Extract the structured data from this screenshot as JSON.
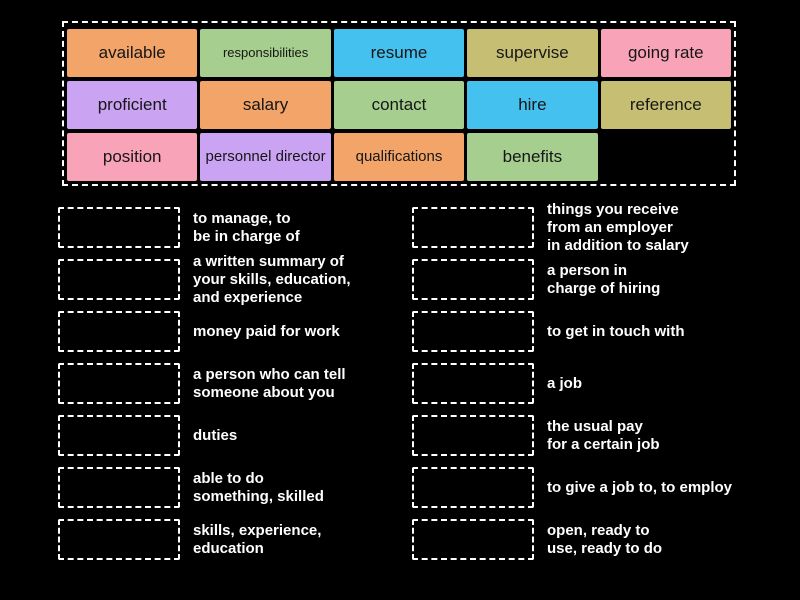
{
  "page": {
    "background_color": "#000000",
    "activity_type": "match-up"
  },
  "word_bank": {
    "tiles": [
      {
        "label": "available",
        "color": "#F2A469"
      },
      {
        "label": "responsibilities",
        "color": "#A6CE8E"
      },
      {
        "label": "resume",
        "color": "#45C1F0"
      },
      {
        "label": "supervise",
        "color": "#C6BE73"
      },
      {
        "label": "going rate",
        "color": "#F8A3B7"
      },
      {
        "label": "proficient",
        "color": "#CAA3F2"
      },
      {
        "label": "salary",
        "color": "#F2A469"
      },
      {
        "label": "contact",
        "color": "#A6CE8E"
      },
      {
        "label": "hire",
        "color": "#45C1F0"
      },
      {
        "label": "reference",
        "color": "#C6BE73"
      },
      {
        "label": "position",
        "color": "#F8A3B7"
      },
      {
        "label": "personnel director",
        "color": "#CAA3F2"
      },
      {
        "label": "qualifications",
        "color": "#F2A469"
      },
      {
        "label": "benefits",
        "color": "#A6CE8E"
      }
    ]
  },
  "definitions": {
    "left": [
      {
        "text": "to manage, to\nbe in charge of"
      },
      {
        "text": "a written summary of\nyour skills, education,\nand experience"
      },
      {
        "text": "money paid for work"
      },
      {
        "text": "a person who can tell\nsomeone about you"
      },
      {
        "text": "duties"
      },
      {
        "text": "able to do\nsomething, skilled"
      },
      {
        "text": "skills, experience,\neducation"
      }
    ],
    "right": [
      {
        "text": "things you receive\nfrom an employer\nin addition to salary"
      },
      {
        "text": "a person in\ncharge of hiring"
      },
      {
        "text": "to get in touch with"
      },
      {
        "text": "a job"
      },
      {
        "text": "the usual pay\nfor a certain job"
      },
      {
        "text": "to give a job to, to employ"
      },
      {
        "text": "open, ready to\nuse, ready to do"
      }
    ]
  }
}
